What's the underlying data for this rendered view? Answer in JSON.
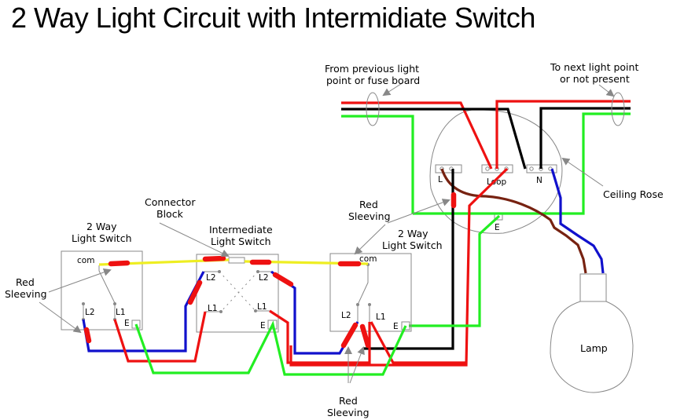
{
  "title": "2 Way Light Circuit with Intermidiate Switch",
  "labels": {
    "from_previous_1": "From previous light",
    "from_previous_2": "point or fuse board",
    "to_next_1": "To next light point",
    "to_next_2": "or not present",
    "ceiling_rose": "Ceiling Rose",
    "lamp": "Lamp",
    "connector_block_1": "Connector",
    "connector_block_2": "Block",
    "switch_left_1": "2 Way",
    "switch_left_2": "Light Switch",
    "intermediate_1": "Intermediate",
    "intermediate_2": "Light Switch",
    "switch_right_1": "2 Way",
    "switch_right_2": "Light Switch",
    "red_sleeving_left_1": "Red",
    "red_sleeving_left_2": "Sleeving",
    "red_sleeving_top_1": "Red",
    "red_sleeving_top_2": "Sleeving",
    "red_sleeving_bottom_1": "Red",
    "red_sleeving_bottom_2": "Sleeving"
  },
  "terminals": {
    "com": "com",
    "l1": "L1",
    "l2": "L2",
    "earth": "E",
    "rose_live": "L",
    "rose_loop": "Loop",
    "rose_neutral": "N"
  },
  "wire_colors": {
    "live": "#ee1111",
    "neutral": "#000000",
    "earth": "#22ee22",
    "blue": "#1111cc",
    "yellow": "#eeee22",
    "brown": "#772211"
  }
}
